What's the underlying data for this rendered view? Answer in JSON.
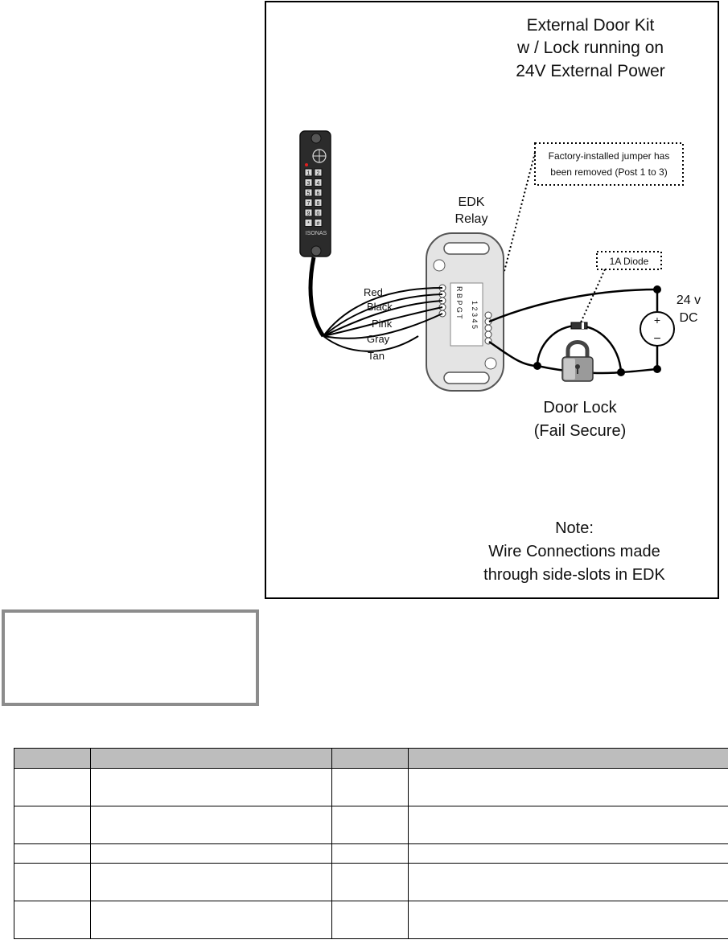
{
  "title": {
    "line1": "External Door Kit",
    "line2": "w / Lock running on",
    "line3": "24V External Power"
  },
  "callouts": {
    "jumper_line1": "Factory-installed jumper has",
    "jumper_line2": "been removed (Post 1 to 3)",
    "diode": "1A Diode"
  },
  "relay": {
    "label_line1": "EDK",
    "label_line2": "Relay",
    "terminal_letters": "R B P G T",
    "terminal_numbers": "1 2 3 4 5"
  },
  "reader": {
    "brand": "ISONAS",
    "keys": [
      "1",
      "2",
      "3",
      "4",
      "5",
      "6",
      "7",
      "8",
      "9",
      "0",
      "*",
      "#"
    ]
  },
  "wires": [
    "Red",
    "Black",
    "Pink",
    "Gray",
    "Tan"
  ],
  "power": {
    "label_line1": "24 v",
    "label_line2": "DC"
  },
  "lock": {
    "label_line1": "Door Lock",
    "label_line2": "(Fail Secure)"
  },
  "note": {
    "line1": "Note:",
    "line2": "Wire Connections made",
    "line3": "through side-slots in EDK"
  },
  "table": {
    "headers": [
      "",
      "",
      "",
      ""
    ],
    "rows": [
      {
        "size": "tall",
        "cells": [
          "",
          "",
          "",
          ""
        ]
      },
      {
        "size": "tall",
        "cells": [
          "",
          "",
          "",
          ""
        ]
      },
      {
        "size": "short",
        "cells": [
          "",
          "",
          "",
          ""
        ]
      },
      {
        "size": "tall",
        "cells": [
          "",
          "",
          "",
          ""
        ]
      },
      {
        "size": "tall",
        "cells": [
          "",
          "",
          "",
          ""
        ]
      }
    ]
  },
  "colors": {
    "frame": "#000000",
    "note_border": "#8c8c8c",
    "header_bg": "#bdbdbd",
    "relay_body": "#e4e4e4",
    "reader_body": "#2b2b2b"
  }
}
